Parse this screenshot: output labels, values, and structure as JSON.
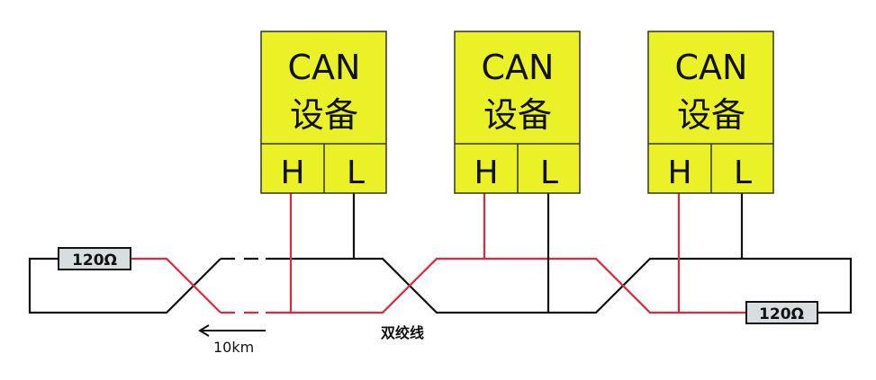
{
  "devices": [
    {
      "title": "CAN",
      "subtitle": "设备",
      "h": "H",
      "l": "L"
    },
    {
      "title": "CAN",
      "subtitle": "设备",
      "h": "H",
      "l": "L"
    },
    {
      "title": "CAN",
      "subtitle": "设备",
      "h": "H",
      "l": "L"
    }
  ],
  "resistors": [
    "120Ω",
    "120Ω"
  ],
  "cable_label": "双绞线",
  "distance_label": "10km",
  "colors": {
    "device_fill": "#eaf227",
    "can_h": "#e0283c",
    "can_l": "#111111",
    "resistor_fill": "#d8dde0"
  }
}
